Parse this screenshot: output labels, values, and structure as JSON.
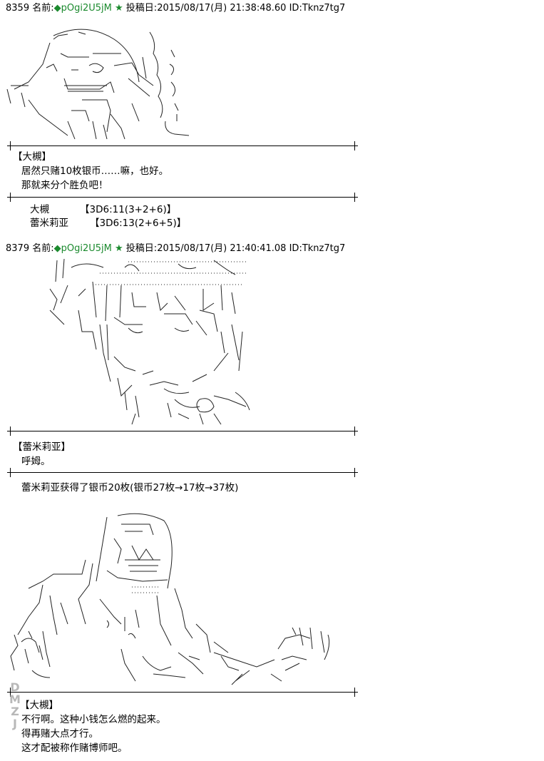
{
  "posts": [
    {
      "number": "8359",
      "name_label": "名前:",
      "trip": "◆pOgi2U5jM ★",
      "date_label": "投稿日:",
      "datetime": "2015/08/17(月) 21:38:48.60",
      "id": "ID:Tknz7tg7",
      "speaker": "【大槻】",
      "lines": [
        "居然只赌10枚银币……嘛，也好。",
        "那就来分个胜负吧！"
      ],
      "rolls": [
        {
          "name": "大槻",
          "result": "【3D6:11(3+2+6)】"
        },
        {
          "name": "蕾米莉亚",
          "result": "【3D6:13(2+6+5)】"
        }
      ]
    },
    {
      "number": "8379",
      "name_label": "名前:",
      "trip": "◆pOgi2U5jM ★",
      "date_label": "投稿日:",
      "datetime": "2015/08/17(月) 21:40:41.08",
      "id": "ID:Tknz7tg7",
      "speaker": "【蕾米莉亚】",
      "lines": [
        "呼姆。"
      ],
      "result": "蕾米莉亚获得了银币20枚(银币27枚→17枚→37枚)",
      "speaker2": "【大槻】",
      "lines2": [
        "不行啊。这种小钱怎么燃的起来。",
        "得再赌大点才行。",
        "这才配被称作赌博师吧。"
      ]
    }
  ],
  "watermark": [
    "D",
    "M",
    "Z",
    "J"
  ]
}
